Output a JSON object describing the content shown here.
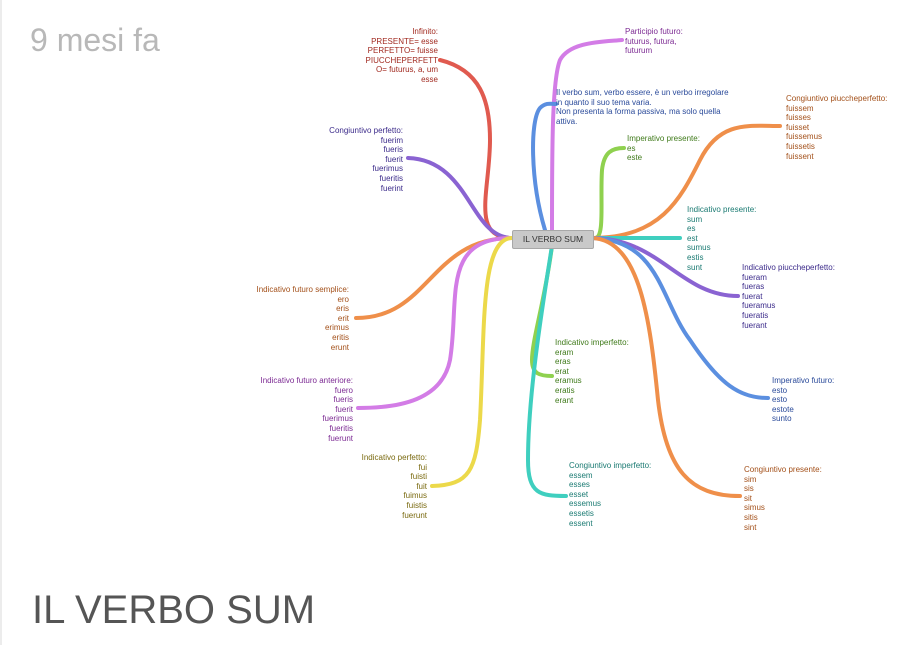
{
  "timestamp": "9 mesi fa",
  "page_title": "IL VERBO SUM",
  "center_label": "IL VERBO SUM",
  "colors": {
    "red": "#e05a4f",
    "violet": "#8a63d2",
    "orange": "#ef8f4a",
    "purple": "#d37ce6",
    "yellow": "#ecd94a",
    "green": "#8fd14f",
    "teal": "#3fcfbf",
    "blue": "#5b8fe0"
  },
  "branches": {
    "infinito": {
      "color": "#e05a4f",
      "text_color": "#a12a20",
      "text": "Infinito:\nPRESENTE= esse\nPERFETTO= fuisse\nPIUCCHEPERFETT\nO= futurus, a, um\nesse"
    },
    "cong_perfetto": {
      "color": "#8a63d2",
      "text_color": "#3b2a8a",
      "text": "Congiuntivo perfetto:\nfuerim\nfueris\nfuerit\nfuerimus\nfueritis\nfuerint"
    },
    "ind_futuro_semplice": {
      "color": "#ef8f4a",
      "text_color": "#a3501a",
      "text": "Indicativo futuro semplice:\nero\neris\nerit\nerimus\neritis\nerunt"
    },
    "ind_futuro_anteriore": {
      "color": "#d37ce6",
      "text_color": "#7c2a93",
      "text": "Indicativo futuro anteriore:\nfuero\nfueris\nfuerit\nfuerimus\nfueritis\nfuerunt"
    },
    "ind_perfetto": {
      "color": "#ecd94a",
      "text_color": "#7a6a10",
      "text": "Indicativo perfetto:\nfui\nfuisti\nfuit\nfuimus\nfuistis\nfuerunt"
    },
    "participio_futuro": {
      "color": "#d37ce6",
      "text_color": "#7c2a93",
      "text": "Participio futuro:\nfuturus, futura,\nfuturum"
    },
    "nota": {
      "color": "#5b8fe0",
      "text_color": "#2a4a9a",
      "text": "Il verbo sum, verbo essere, è un verbo irregolare\nin quanto il suo tema varia.\nNon presenta la forma passiva, ma solo quella\nattiva."
    },
    "imperativo_presente": {
      "color": "#8fd14f",
      "text_color": "#3f7a1a",
      "text": "Imperativo presente:\nes\neste"
    },
    "cong_piuccheperfetto": {
      "color": "#ef8f4a",
      "text_color": "#a3501a",
      "text": "Congiuntivo piuccheperfetto:\nfuissem\nfuisses\nfuisset\nfuissemus\nfuissetis\nfuissent"
    },
    "ind_presente": {
      "color": "#3fcfbf",
      "text_color": "#1a7a72",
      "text": "Indicativo presente:\nsum\nes\nest\nsumus\nestis\nsunt"
    },
    "ind_piuccheperfetto": {
      "color": "#8a63d2",
      "text_color": "#3b2a8a",
      "text": "Indicativo piuccheperfetto:\nfueram\nfueras\nfuerat\nfueramus\nfueratis\nfuerant"
    },
    "ind_imperfetto": {
      "color": "#8fd14f",
      "text_color": "#3f7a1a",
      "text": "Indicativo imperfetto:\neram\neras\nerat\neramus\neratis\nerant"
    },
    "imperativo_futuro": {
      "color": "#5b8fe0",
      "text_color": "#2a4a9a",
      "text": "Imperativo futuro:\nesto\nesto\nestote\nsunto"
    },
    "cong_imperfetto": {
      "color": "#3fcfbf",
      "text_color": "#1a7a72",
      "text": "Congiuntivo imperfetto:\nessem\nesses\nesset\nessemus\nessetis\nessent"
    },
    "cong_presente": {
      "color": "#ef8f4a",
      "text_color": "#a3501a",
      "text": "Congiuntivo presente:\nsim\nsis\nsit\nsimus\nsitis\nsint"
    }
  }
}
